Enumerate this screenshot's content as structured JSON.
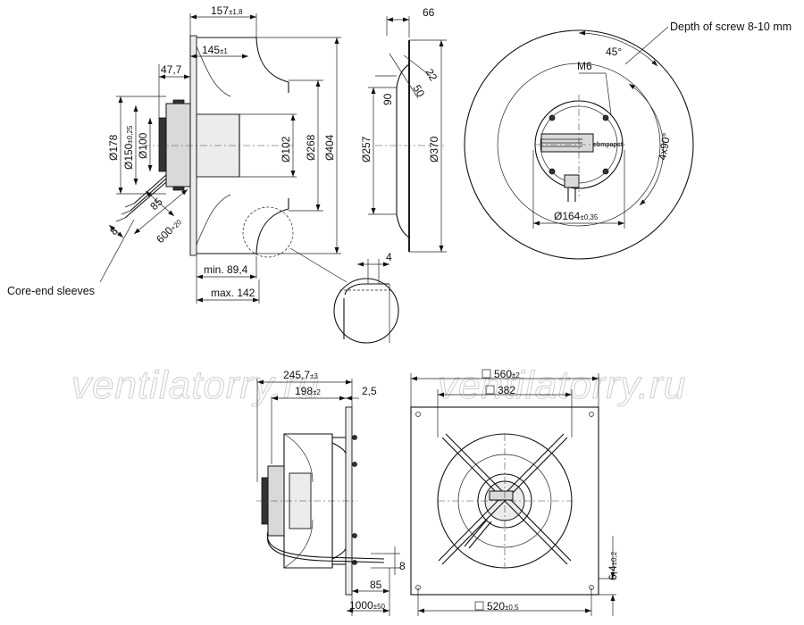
{
  "watermark": {
    "left": "ventilatorry.ru",
    "right": "ventilatorry.ru"
  },
  "labels": {
    "depth_of_screw": "Depth of screw 8-10 mm",
    "core_end_sleeves": "Core-end sleeves"
  },
  "side_view": {
    "d157": "157",
    "d157_tol": "±1,8",
    "d145": "145",
    "d145_tol": "±1",
    "d47_7": "47,7",
    "d178": "Ø178",
    "d150": "Ø150",
    "d150_tol": "±0,25",
    "d100": "Ø100",
    "d102": "Ø102",
    "d268": "Ø268",
    "d404": "Ø404",
    "d85": "85",
    "d8": "8",
    "d600": "600",
    "d600_tol": "+20",
    "min": "min. 89,4",
    "max": "max. 142"
  },
  "section_view": {
    "d66": "66",
    "d90": "90",
    "d50": "50",
    "d22": "22",
    "d257": "Ø257",
    "d370": "Ø370",
    "d4": "4"
  },
  "front_view": {
    "deg45": "45°",
    "m6": "M6",
    "deg4x90": "4x90°",
    "d164": "Ø164",
    "d164_tol": "±0,35",
    "brand": "ebmpapst"
  },
  "bottom_side_view": {
    "d245_7": "245,7",
    "d245_7_tol": "±3",
    "d198": "198",
    "d198_tol": "±2",
    "d2_5": "2,5",
    "d8": "8",
    "d85": "85",
    "d1000": "1000",
    "d1000_tol": "±50"
  },
  "bottom_front_view": {
    "d560": "560",
    "d560_tol": "±2",
    "d382": "382",
    "d520": "520",
    "d520_tol": "±0,5",
    "d6_4": "6,4",
    "d6_4_tol": "±0,2"
  }
}
